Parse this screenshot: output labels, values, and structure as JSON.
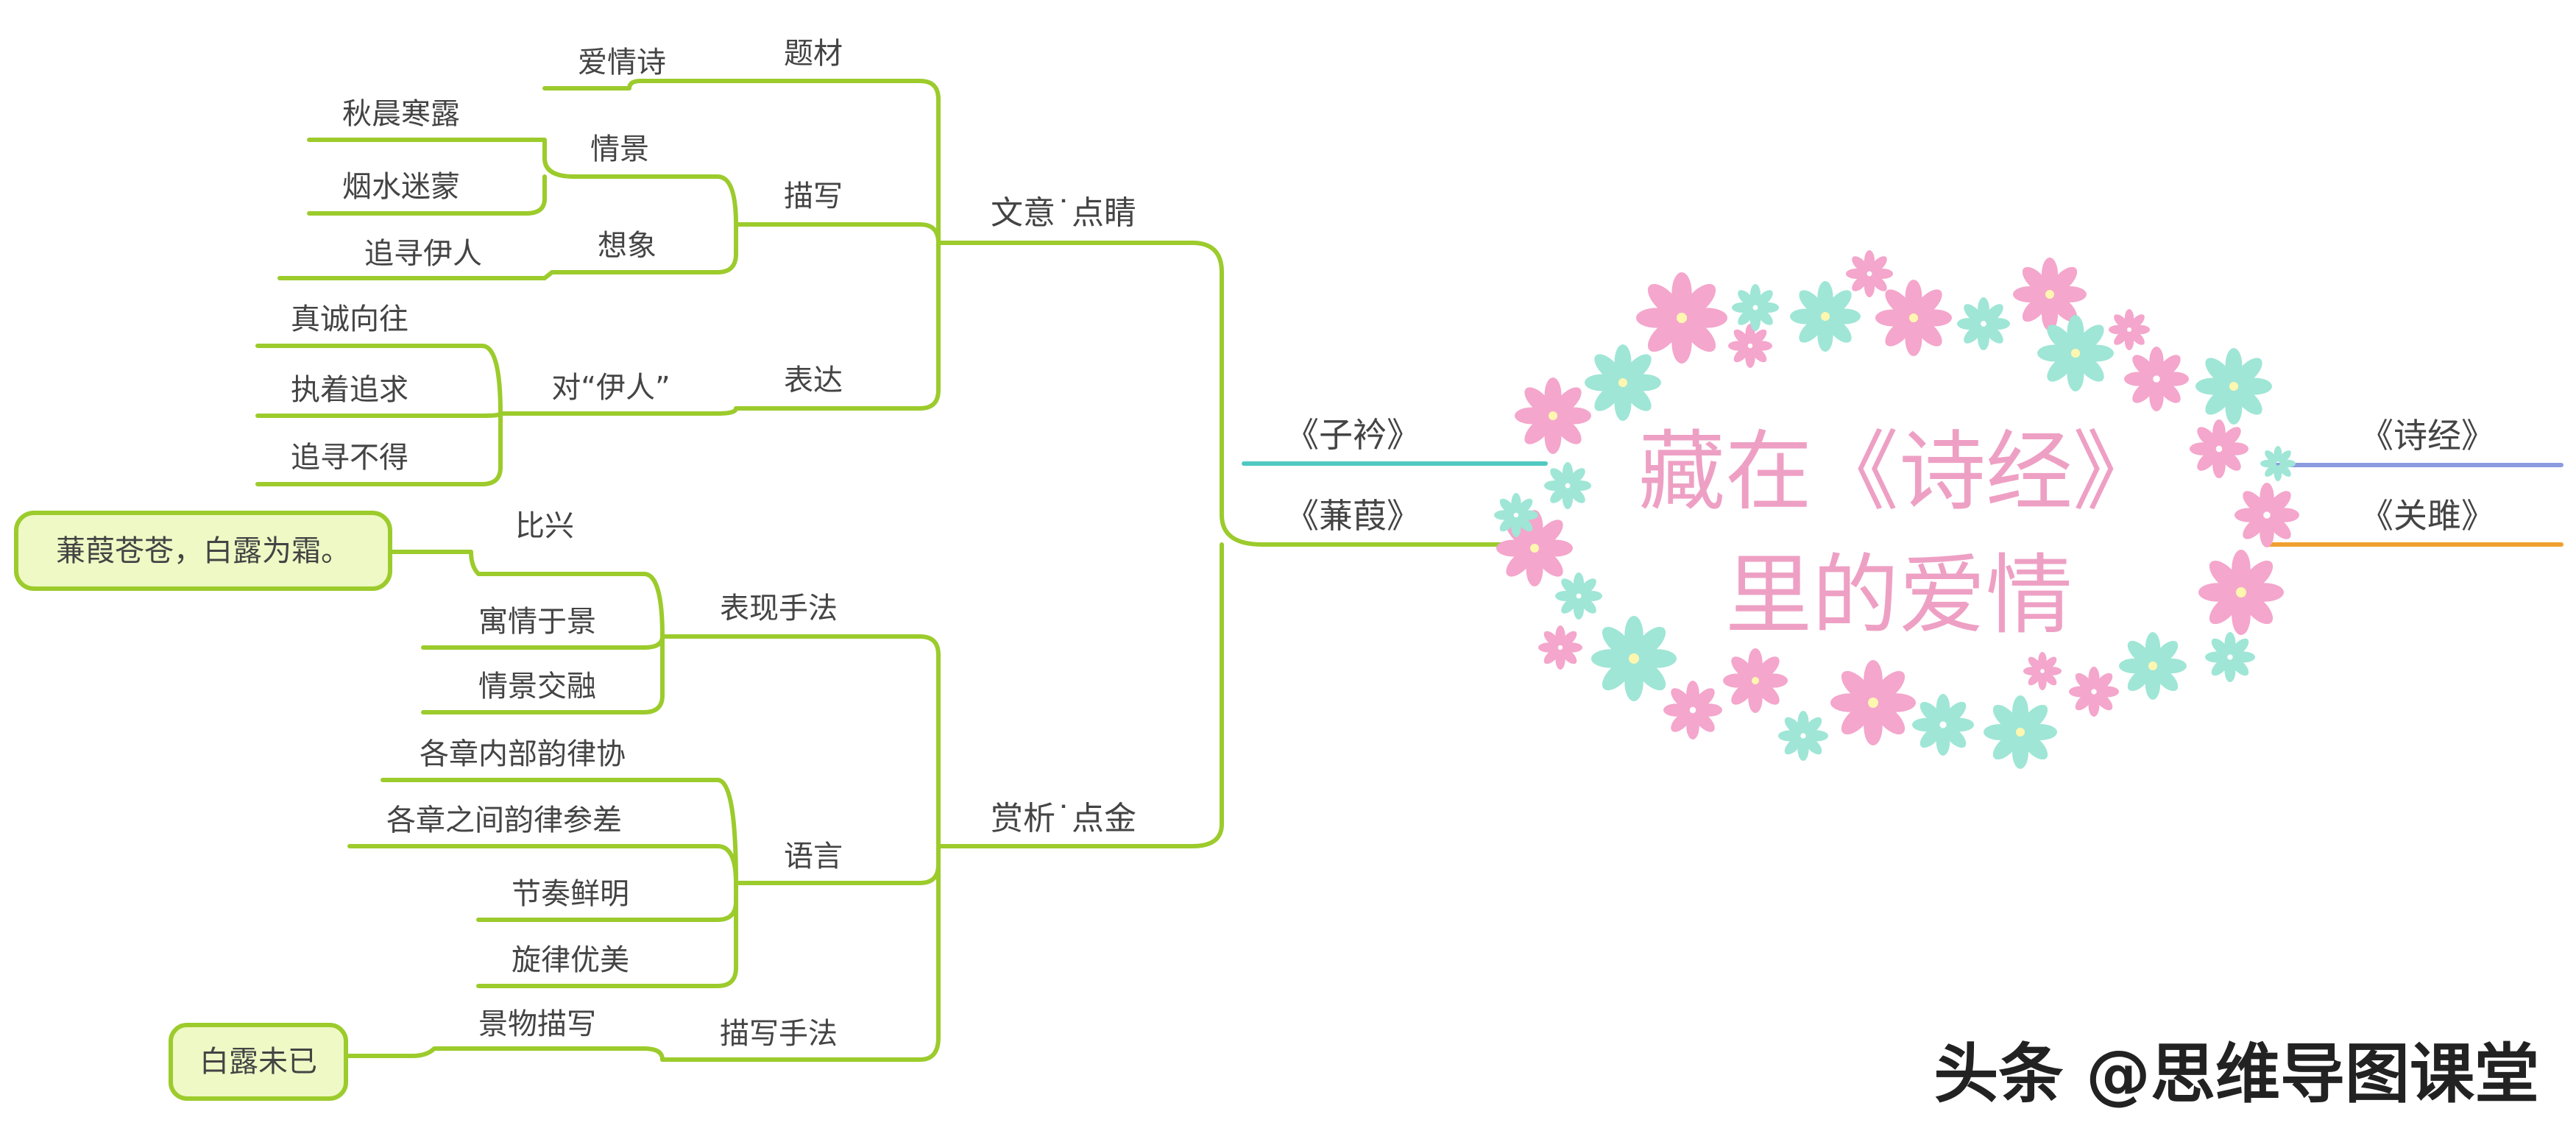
{
  "center": {
    "title_line1": "藏在《诗经》",
    "title_line2": "里的爱情",
    "title_color": "#eea0c4"
  },
  "branches": {
    "zijin": "《子衿》",
    "jianjia": "《蒹葭》",
    "shijing": "《诗经》",
    "guanju": "《关雎》"
  },
  "wenyi": {
    "label": "文意˙点睛",
    "ticai": {
      "label": "题材",
      "aiqingshi": "爱情诗"
    },
    "miaoxie": {
      "label": "描写",
      "qingjing": {
        "label": "情景",
        "items": [
          "秋晨寒露",
          "烟水迷蒙"
        ]
      },
      "xiangxiang": {
        "label": "想象",
        "items": [
          "追寻伊人"
        ]
      }
    },
    "biaoda": {
      "label": "表达",
      "yiren": {
        "label": "对“伊人”",
        "items": [
          "真诚向往",
          "执着追求",
          "追寻不得"
        ]
      }
    }
  },
  "shangxi": {
    "label": "赏析˙点金",
    "biaoxian": {
      "label": "表现手法",
      "bixing": {
        "label": "比兴",
        "note": "蒹葭苍苍，白露为霜。"
      },
      "items": [
        "寓情于景",
        "情景交融"
      ]
    },
    "yuyan": {
      "label": "语言",
      "items": [
        "各章内部韵律协",
        "各章之间韵律参差",
        "节奏鲜明",
        "旋律优美"
      ]
    },
    "miaoxiefa": {
      "label": "描写手法",
      "jingwu": {
        "label": "景物描写",
        "note": "白露未已"
      }
    }
  },
  "watermark": "头条 @思维导图课堂",
  "colors": {
    "line_green": "#9ccb2c",
    "line_teal": "#4fc9c1",
    "line_blue": "#8c9be0",
    "line_orange": "#f0a030",
    "note_fill": "#eef9c5",
    "text": "#444444",
    "flower_pink": "#f4a6cc",
    "flower_mint": "#9fe6d6"
  }
}
